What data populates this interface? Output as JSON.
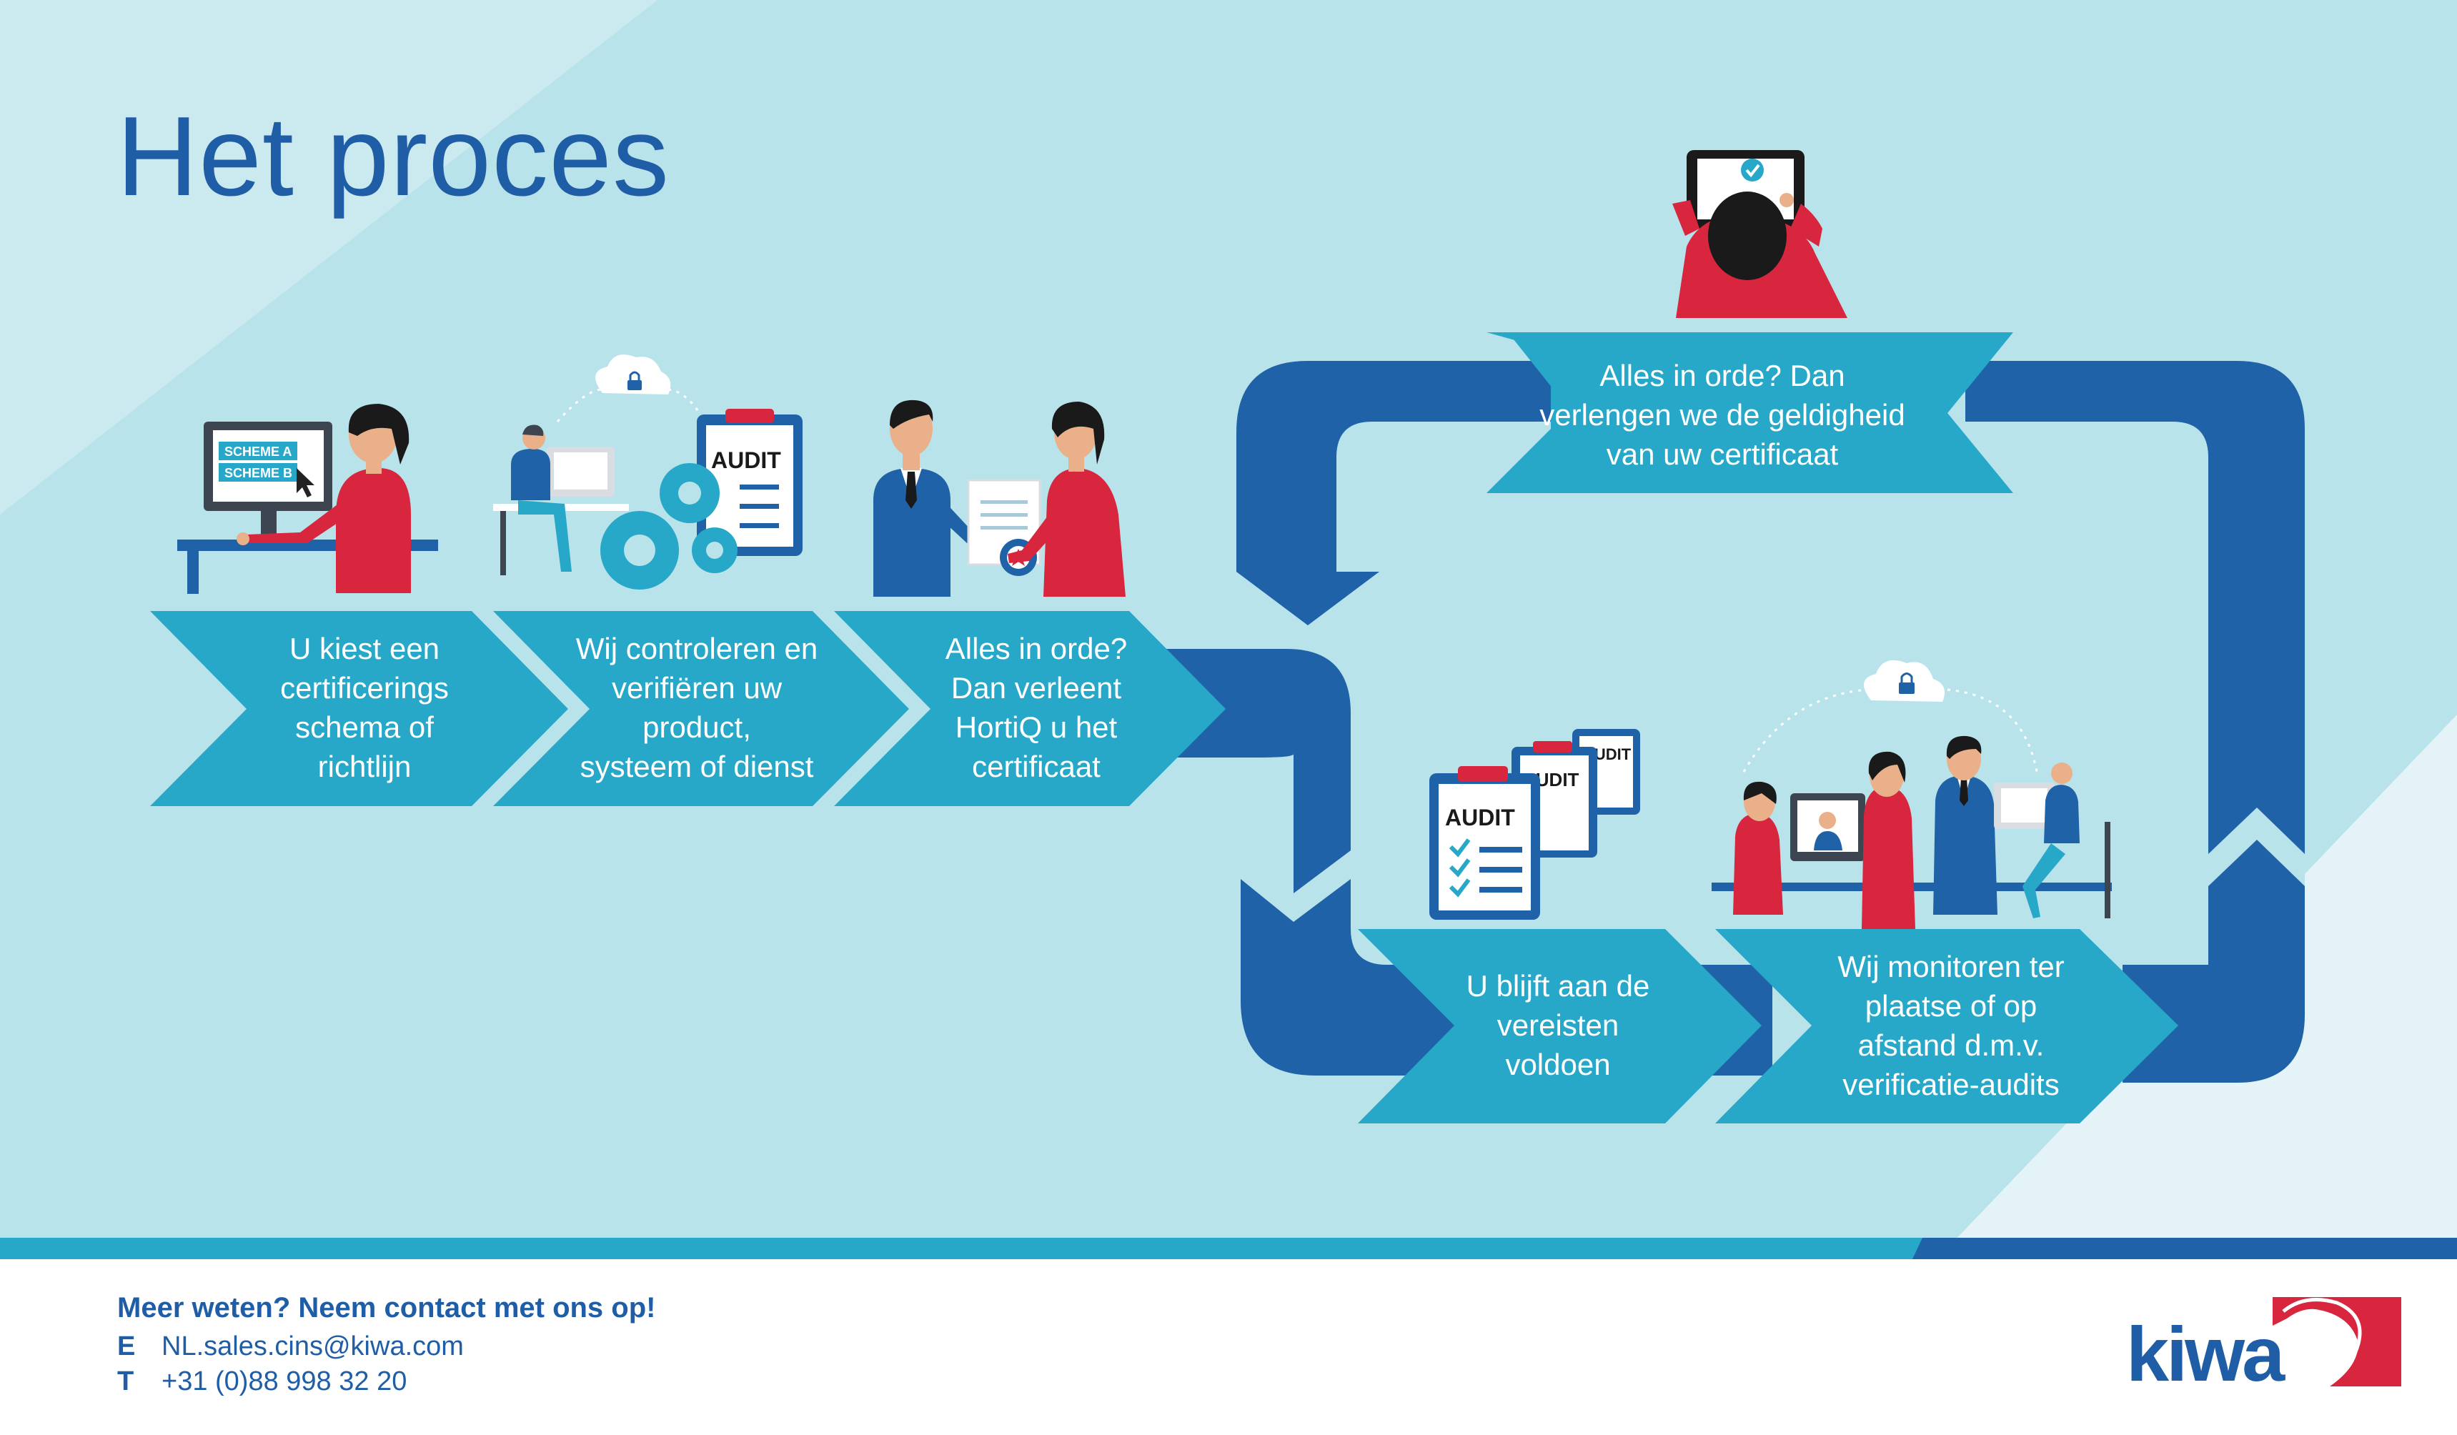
{
  "page": {
    "title": "Het proces"
  },
  "steps": [
    {
      "text": "U kiest een\ncertificerings\nschema of\nrichtlijn"
    },
    {
      "text": "Wij controleren en\nverifiëren uw\nproduct,\nsysteem of dienst"
    },
    {
      "text": "Alles in orde?\nDan verleent\nHortiQ u het\ncertificaat"
    },
    {
      "text": "U blijft aan de\nvereisten\nvoldoen"
    },
    {
      "text": "Wij monitoren ter\nplaatse of op\nafstand d.m.v.\nverificatie-audits"
    },
    {
      "text": "Alles in orde? Dan\nverlengen we de geldigheid\nvan uw certificaat"
    }
  ],
  "illustrations": {
    "scheme_a": "SCHEME A",
    "scheme_b": "SCHEME B",
    "audit": "AUDIT",
    "audit_back1": "AUDIT",
    "audit_back2": "AUDIT"
  },
  "contact": {
    "heading": "Meer weten? Neem contact met ons op!",
    "email_key": "E",
    "email": "NL.sales.cins@kiwa.com",
    "phone_key": "T",
    "phone": "+31 (0)88 998 32 20"
  },
  "logo": {
    "text": "kiwa"
  },
  "colors": {
    "background_light": "#b9e3ea",
    "background_pale": "#e3f3f7",
    "arrow_cyan": "#27a8c8",
    "loop_blue": "#2062a8",
    "title_blue": "#1f5ea6",
    "kiwa_red": "#d7263d"
  }
}
